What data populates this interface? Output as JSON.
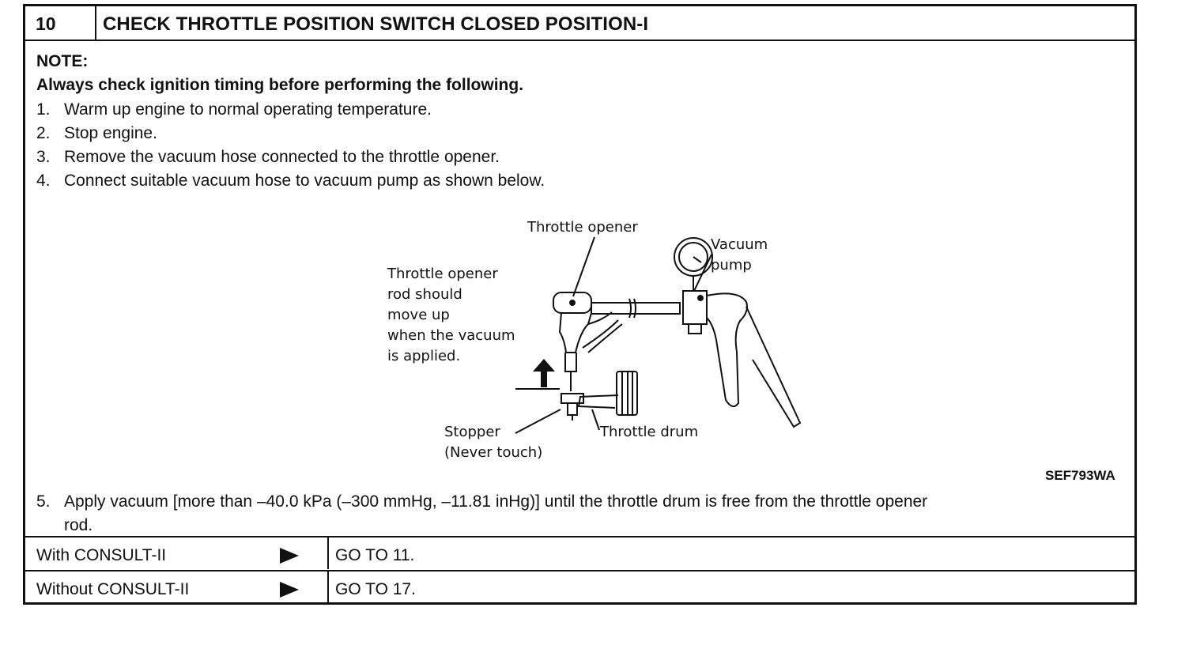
{
  "header": {
    "step_number": "10",
    "title": "CHECK THROTTLE POSITION SWITCH CLOSED POSITION-I"
  },
  "note": {
    "label": "NOTE:",
    "text": "Always check ignition timing before performing the following."
  },
  "steps": [
    {
      "num": "1.",
      "text": "Warm up engine to normal operating temperature."
    },
    {
      "num": "2.",
      "text": "Stop engine."
    },
    {
      "num": "3.",
      "text": "Remove the vacuum hose connected to the throttle opener."
    },
    {
      "num": "4.",
      "text": "Connect suitable vacuum hose to vacuum pump as shown below."
    }
  ],
  "figure": {
    "labels": {
      "throttle_opener": "Throttle opener",
      "vacuum": "Vacuum",
      "pump": "pump",
      "rod_line1": "Throttle opener",
      "rod_line2": "rod should",
      "rod_line3": "move up",
      "rod_line4": "when the vacuum",
      "rod_line5": "is applied.",
      "stopper": "Stopper",
      "never_touch": "(Never touch)",
      "throttle_drum": "Throttle drum"
    },
    "code": "SEF793WA"
  },
  "step5": {
    "num": "5.",
    "line1": "Apply vacuum [more than –40.0 kPa (–300 mmHg, –11.81 inHg)] until the throttle drum is free from the throttle opener",
    "line2": "rod."
  },
  "results": [
    {
      "condition": "With CONSULT-II",
      "action": "GO TO 11."
    },
    {
      "condition": "Without CONSULT-II",
      "action": "GO TO 17."
    }
  ]
}
